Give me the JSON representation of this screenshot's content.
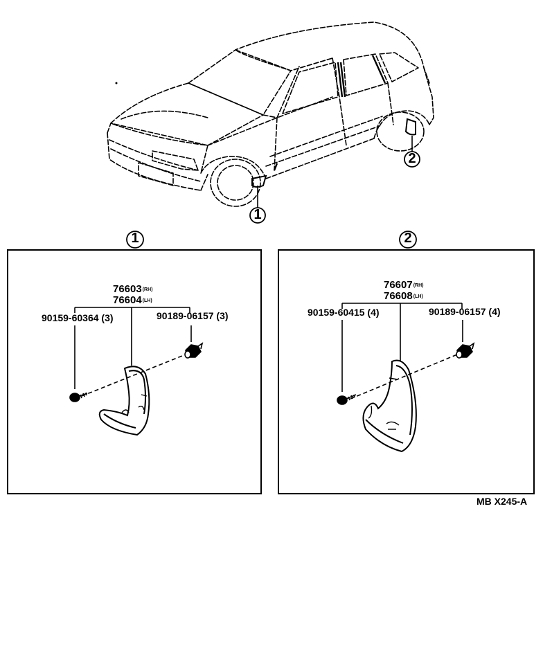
{
  "callouts": {
    "front": "1",
    "rear": "2"
  },
  "panel_front": {
    "header_number": "1",
    "part_upper": "76603",
    "part_upper_suffix": "(RH)",
    "part_lower": "76604",
    "part_lower_suffix": "(LH)",
    "screw_part": "90159-60364 (3)",
    "clip_part": "90189-06157 (3)"
  },
  "panel_rear": {
    "header_number": "2",
    "part_upper": "76607",
    "part_upper_suffix": "(RH)",
    "part_lower": "76608",
    "part_lower_suffix": "(LH)",
    "screw_part": "90159-60415 (4)",
    "clip_part": "90189-06157 (4)"
  },
  "footer_code": "MB X245-A"
}
